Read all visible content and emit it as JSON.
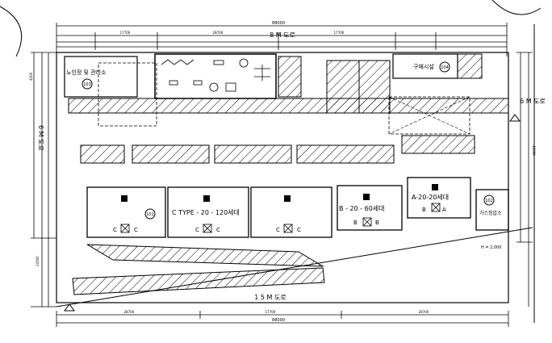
{
  "roads": {
    "top": "8 M 도로",
    "left": "6 M 도로",
    "right": "6 M 도로",
    "bottom": "1 5 M 도로"
  },
  "buildings": {
    "senior_center": {
      "label": "노인정 및 관리소",
      "number": "103"
    },
    "retail": {
      "label": "구매시설",
      "number": "104"
    },
    "gas": {
      "label": "가스정압소",
      "number": "102"
    },
    "block_101": {
      "number": "101"
    }
  },
  "unit_types": {
    "c_type": "C TYPE - 20 - 120세대",
    "b_type": "B - 20 - 60세대",
    "a_type": "A-20-20세대"
  },
  "unit_letters": {
    "c": "C",
    "b": "B",
    "a": "A"
  },
  "dimensions": {
    "top_total": "88000",
    "bottom_total": "88000",
    "top_1": "17700",
    "top_2": "28700",
    "top_3": "17700",
    "bottom_1": "28700",
    "bottom_2": "17700",
    "bottom_3": "28700",
    "left_1": "4200",
    "left_2": "12000",
    "right_1": "42000",
    "h_value": "H = 2,000"
  }
}
